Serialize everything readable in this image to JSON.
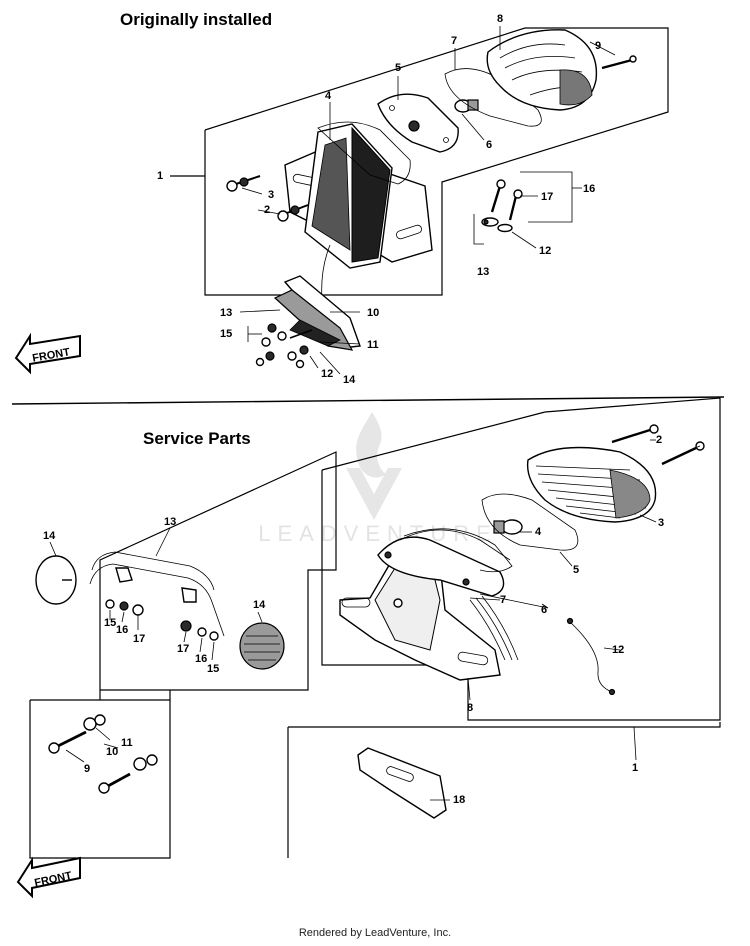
{
  "sections": {
    "original_title": "Originally installed",
    "service_title": "Service Parts"
  },
  "front_label": "FRONT",
  "watermark": "LEADVENTURE",
  "footer": "Rendered by LeadVenture, Inc.",
  "callouts": {
    "top": {
      "c1": "1",
      "c2": "2",
      "c3": "3",
      "c4": "4",
      "c5": "5",
      "c6": "6",
      "c7": "7",
      "c8": "8",
      "c9": "9",
      "c10": "10",
      "c11": "11",
      "c12a": "12",
      "c12b": "12",
      "c13a": "13",
      "c13b": "13",
      "c14": "14",
      "c15": "15",
      "c16": "16",
      "c17": "17"
    },
    "bottom": {
      "c1": "1",
      "c2": "2",
      "c3": "3",
      "c4": "4",
      "c5": "5",
      "c6": "6",
      "c7": "7",
      "c8": "8",
      "c9": "9",
      "c10": "10",
      "c11": "11",
      "c12": "12",
      "c13": "13",
      "c14a": "14",
      "c14b": "14",
      "c15a": "15",
      "c15b": "15",
      "c16a": "16",
      "c16b": "16",
      "c17a": "17",
      "c17b": "17",
      "c18": "18"
    }
  }
}
